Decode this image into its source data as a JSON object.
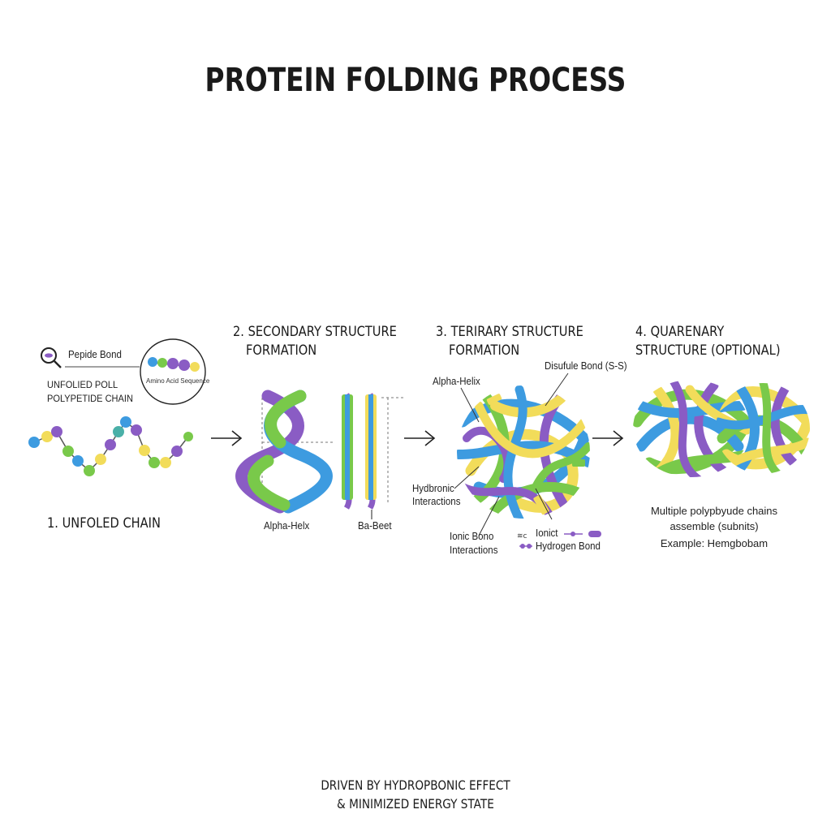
{
  "title": "PROTEIN FOLDING PROCESS",
  "stage1": {
    "peptide_bond_label": "Pepide Bond",
    "chain_label_line1": "UNFOLIED POLL",
    "chain_label_line2": "POLYPETIDE CHAIN",
    "amino_acid_label": "Amino Acid Sequence",
    "caption": "1. UNFOLED CHAIN"
  },
  "stage2": {
    "heading_line1": "2. SECONDARY STRUCTURE",
    "heading_line2": "FORMATION",
    "alpha_label": "Alpha-Helx",
    "beta_label": "Ba-Beet"
  },
  "stage3": {
    "heading_line1": "3. TERIRARY STRUCTURE",
    "heading_line2": "FORMATION",
    "alpha_label": "Alpha-Helix",
    "disulfide_label": "Disufule Bond (S-S)",
    "hydrophobic_line1": "Hydbronic",
    "hydrophobic_line2": "Interactions",
    "ionic_line1": "Ionic Bono",
    "ionic_line2": "Interactions",
    "legend_ionic": "Ionict",
    "legend_hydrogen": "Hydrogen Bond"
  },
  "stage4": {
    "heading_line1": "4. QUARENARY",
    "heading_line2": "STRUCTURE (OPTIONAL)",
    "desc_line1": "Multiple polypbyude chains",
    "desc_line2": "assemble (subnits)",
    "desc_line3": "Example: Hemgbobam"
  },
  "footer": {
    "line1": "DRIVEN BY HYDROPBONIC EFFECT",
    "line2": "& MINIMIZED ENERGY STATE"
  },
  "colors": {
    "blue": "#3d9be0",
    "green": "#79c94a",
    "purple": "#8a5cc4",
    "yellow": "#f2dc5a",
    "teal": "#4ab0a8",
    "line": "#222222"
  }
}
